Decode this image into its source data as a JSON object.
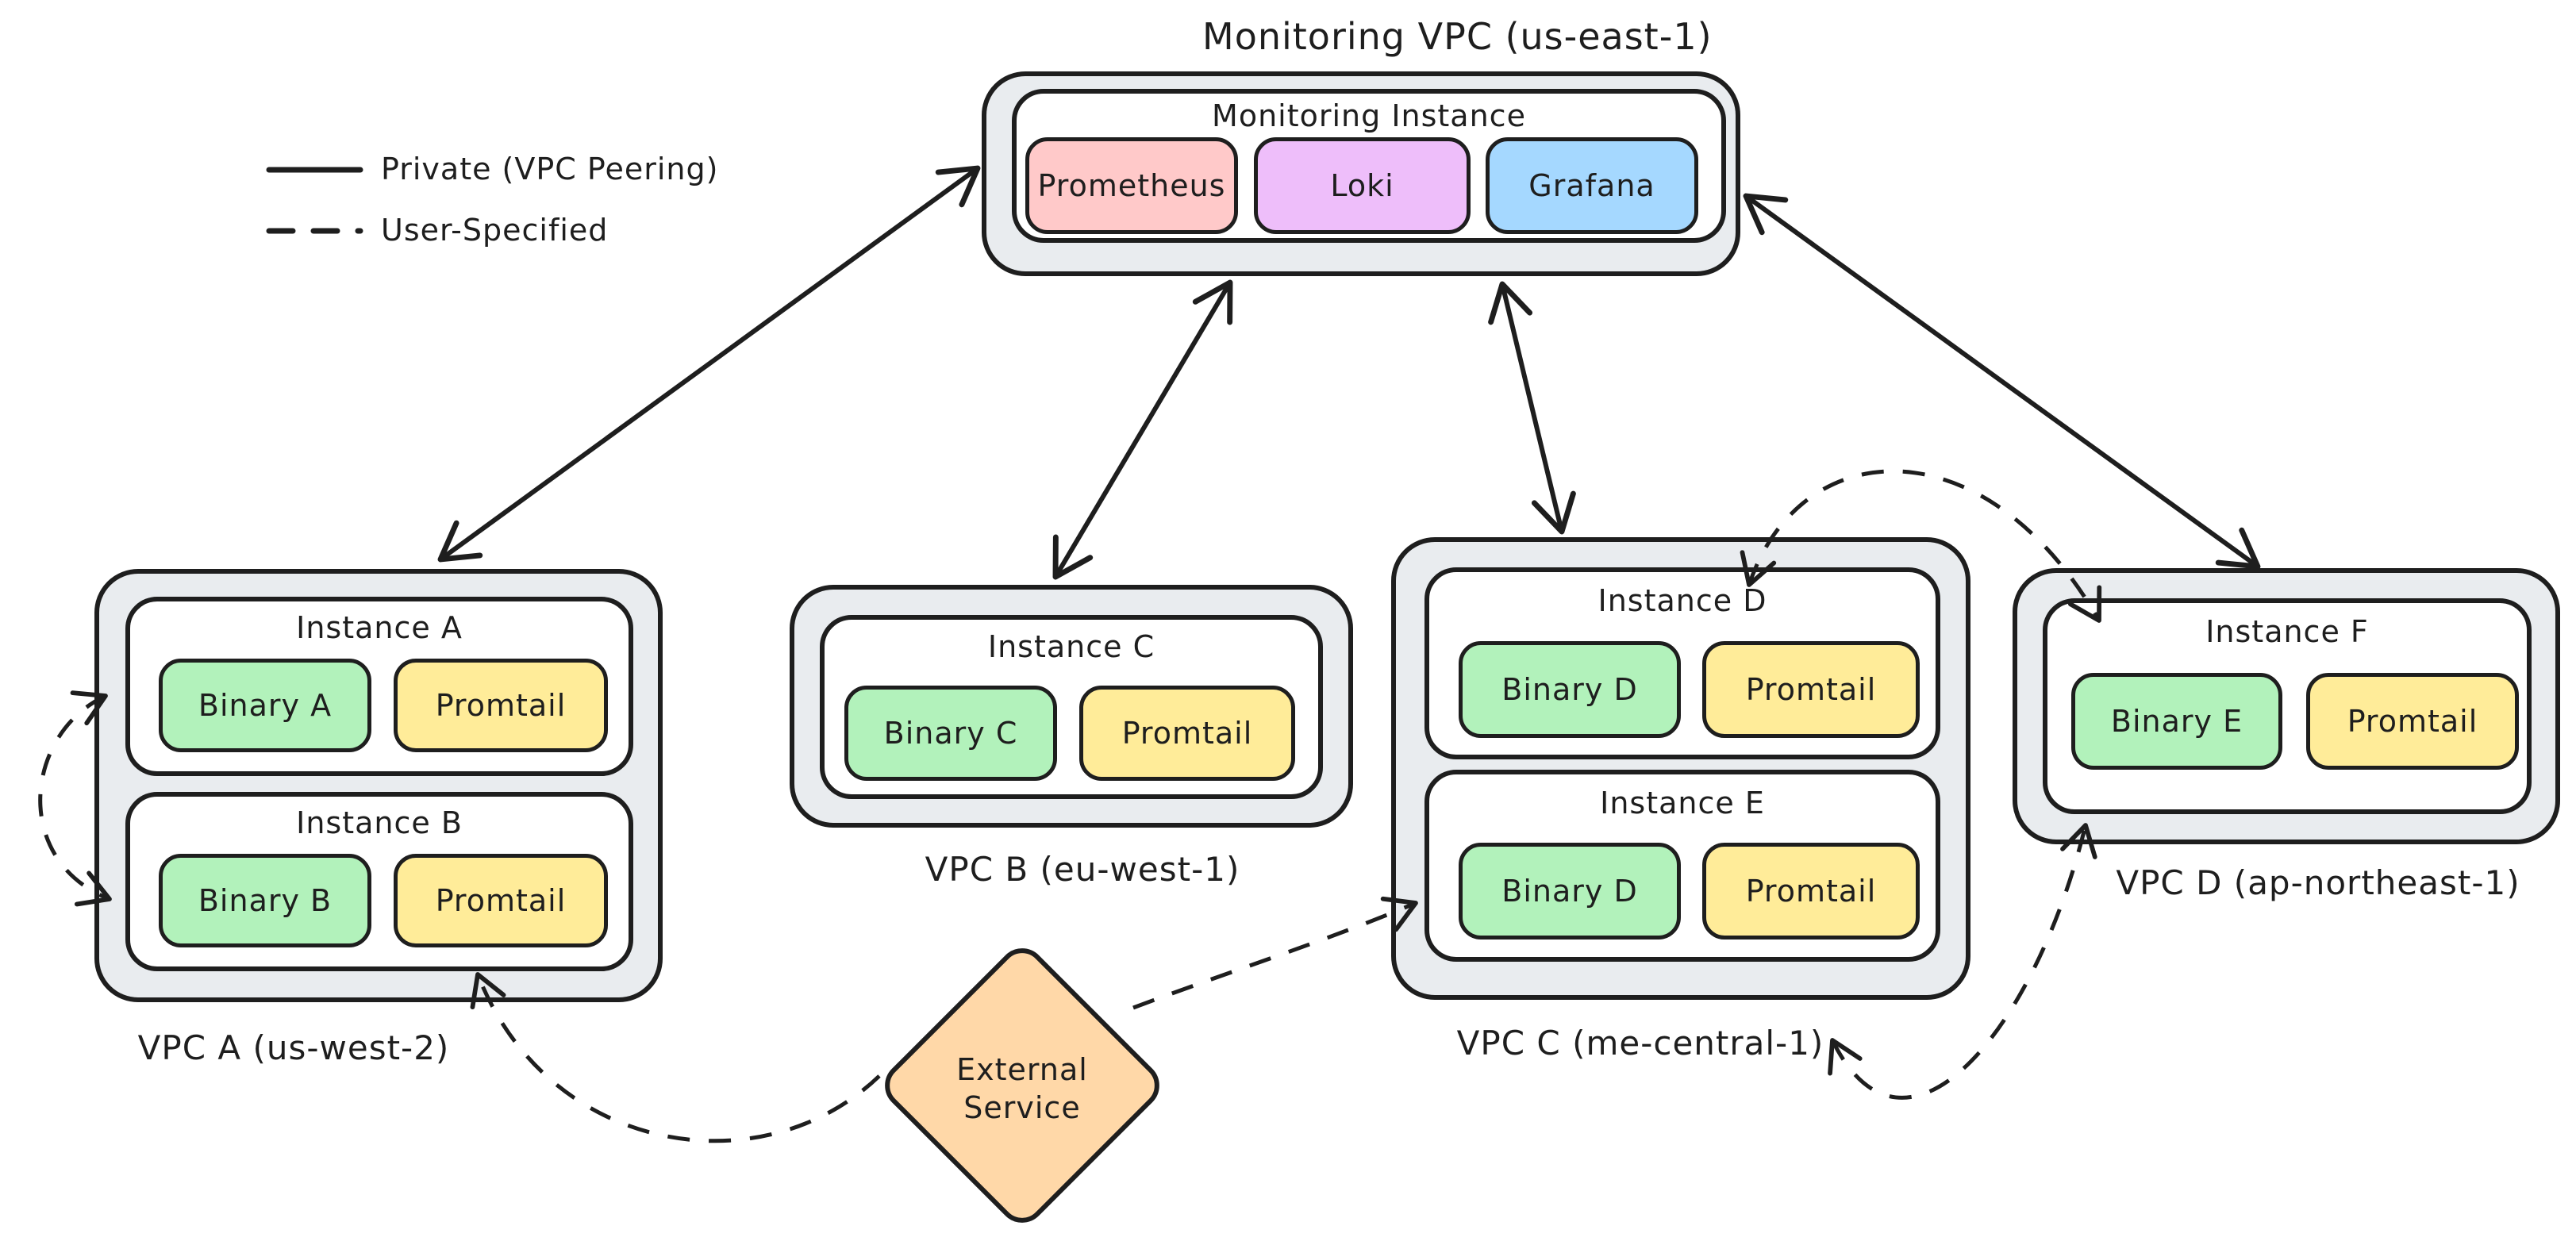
{
  "title": "Monitoring VPC (us-east-1)",
  "legend": {
    "private_label": "Private (VPC Peering)",
    "user_specified_label": "User-Specified"
  },
  "monitoring": {
    "vpc_label": "Monitoring VPC (us-east-1)",
    "instance_label": "Monitoring Instance",
    "components": [
      {
        "label": "Prometheus",
        "color": "#ffc9c9"
      },
      {
        "label": "Loki",
        "color": "#eebefa"
      },
      {
        "label": "Grafana",
        "color": "#a5d8ff"
      }
    ]
  },
  "vpcs": [
    {
      "label": "VPC A (us-west-2)",
      "instances": [
        {
          "title": "Instance A",
          "binary": "Binary A",
          "agent": "Promtail"
        },
        {
          "title": "Instance B",
          "binary": "Binary B",
          "agent": "Promtail"
        }
      ]
    },
    {
      "label": "VPC B (eu-west-1)",
      "instances": [
        {
          "title": "Instance C",
          "binary": "Binary C",
          "agent": "Promtail"
        }
      ]
    },
    {
      "label": "VPC C (me-central-1)",
      "instances": [
        {
          "title": "Instance D",
          "binary": "Binary D",
          "agent": "Promtail"
        },
        {
          "title": "Instance E",
          "binary": "Binary D",
          "agent": "Promtail"
        }
      ]
    },
    {
      "label": "VPC D (ap-northeast-1)",
      "instances": [
        {
          "title": "Instance F",
          "binary": "Binary E",
          "agent": "Promtail"
        }
      ]
    }
  ],
  "external": {
    "line1": "External",
    "line2": "Service"
  },
  "connections": [
    {
      "from": "Monitoring Instance",
      "to": "VPC A",
      "style": "solid",
      "type": "Private (VPC Peering)",
      "bidirectional": true
    },
    {
      "from": "Monitoring Instance",
      "to": "VPC B",
      "style": "solid",
      "type": "Private (VPC Peering)",
      "bidirectional": true
    },
    {
      "from": "Monitoring Instance",
      "to": "VPC C",
      "style": "solid",
      "type": "Private (VPC Peering)",
      "bidirectional": true
    },
    {
      "from": "Monitoring Instance",
      "to": "VPC D",
      "style": "solid",
      "type": "Private (VPC Peering)",
      "bidirectional": true
    },
    {
      "from": "Instance A",
      "to": "Instance B",
      "style": "dashed",
      "type": "User-Specified",
      "bidirectional": true
    },
    {
      "from": "External Service",
      "to": "VPC A (Instance B)",
      "style": "dashed",
      "type": "User-Specified",
      "bidirectional": false
    },
    {
      "from": "External Service",
      "to": "VPC C (Instance E)",
      "style": "dashed",
      "type": "User-Specified",
      "bidirectional": false
    },
    {
      "from": "VPC C (top)",
      "to": "VPC D (top)",
      "style": "dashed",
      "type": "User-Specified",
      "bidirectional": true
    },
    {
      "from": "VPC C (bottom)",
      "to": "VPC D (bottom)",
      "style": "dashed",
      "type": "User-Specified",
      "bidirectional": true
    }
  ],
  "colors": {
    "stroke": "#1e1e1e",
    "vpc_fill": "#e9ecef",
    "instance_fill": "#ffffff",
    "binary_fill": "#b2f2bb",
    "promtail_fill": "#ffec99",
    "prometheus_fill": "#ffc9c9",
    "loki_fill": "#eebefa",
    "grafana_fill": "#a5d8ff",
    "external_fill": "#ffd8a8"
  }
}
